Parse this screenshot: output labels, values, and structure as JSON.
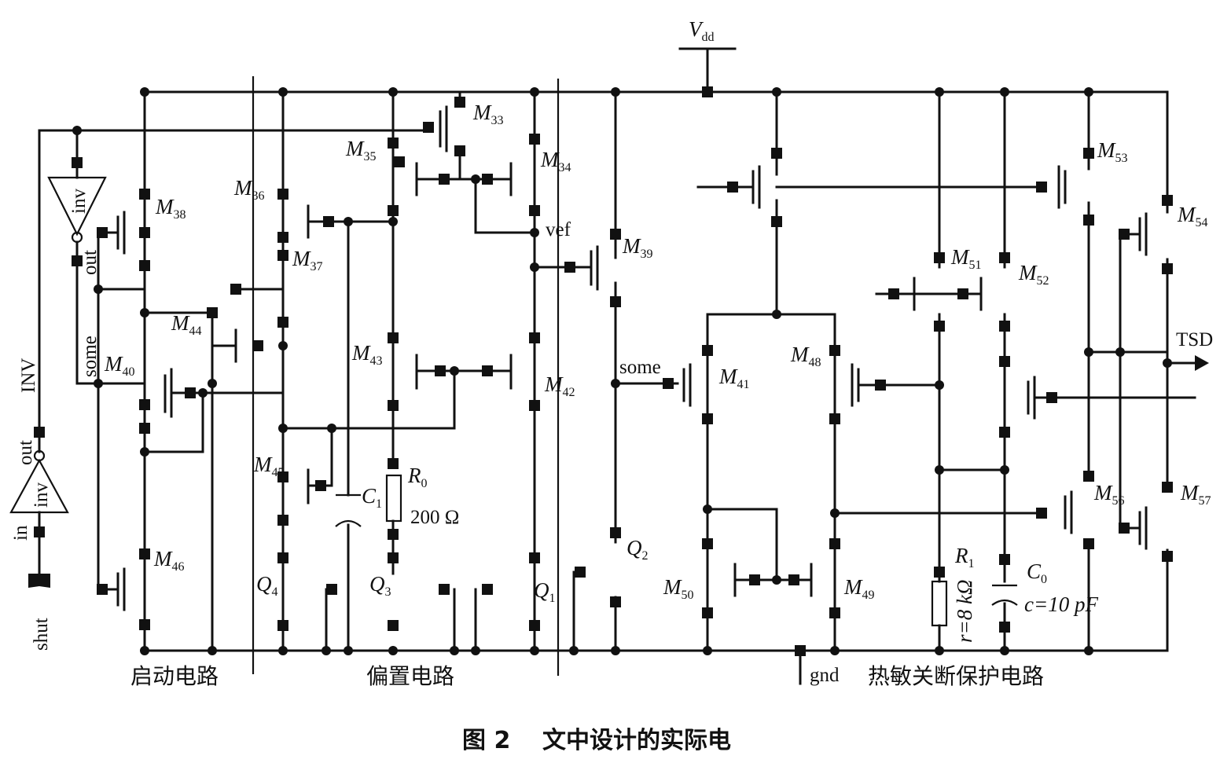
{
  "labels": {
    "vdd": "V",
    "vdd_sub": "dd",
    "inv": "INV",
    "shut": "shut",
    "tsd": "TSD",
    "vef": "vef",
    "some1": "some",
    "some2": "some",
    "inv_gate1": "inv",
    "out1": "out",
    "inv_gate2": "inv",
    "out2": "out",
    "in2": "in",
    "gnd": "gnd",
    "r0": "R",
    "r0_sub": "0",
    "r0_val": "200 Ω",
    "c1": "C",
    "c1_sub": "1",
    "r1": "R",
    "r1_sub": "1",
    "r1_val": "r=8 kΩ",
    "c0": "C",
    "c0_sub": "0",
    "c0_val": "c=10 pF",
    "q1": "Q",
    "q1_sub": "1",
    "q2": "Q",
    "q2_sub": "2",
    "q3": "Q",
    "q3_sub": "3",
    "q4": "Q",
    "q4_sub": "4"
  },
  "transistors": [
    {
      "m": "M",
      "n": "33"
    },
    {
      "m": "M",
      "n": "34"
    },
    {
      "m": "M",
      "n": "35"
    },
    {
      "m": "M",
      "n": "36"
    },
    {
      "m": "M",
      "n": "37"
    },
    {
      "m": "M",
      "n": "38"
    },
    {
      "m": "M",
      "n": "39"
    },
    {
      "m": "M",
      "n": "40"
    },
    {
      "m": "M",
      "n": "41"
    },
    {
      "m": "M",
      "n": "42"
    },
    {
      "m": "M",
      "n": "43"
    },
    {
      "m": "M",
      "n": "44"
    },
    {
      "m": "M",
      "n": "45"
    },
    {
      "m": "M",
      "n": "46"
    },
    {
      "m": "M",
      "n": "48"
    },
    {
      "m": "M",
      "n": "49"
    },
    {
      "m": "M",
      "n": "50"
    },
    {
      "m": "M",
      "n": "51"
    },
    {
      "m": "M",
      "n": "52"
    },
    {
      "m": "M",
      "n": "53"
    },
    {
      "m": "M",
      "n": "54"
    },
    {
      "m": "M",
      "n": "56"
    },
    {
      "m": "M",
      "n": "57"
    }
  ],
  "sections": {
    "startup": "启动电路",
    "bias": "偏置电路",
    "thermal": "热敏关断保护电路"
  },
  "caption": {
    "number": "图 2",
    "text": "文中设计的实际电"
  }
}
